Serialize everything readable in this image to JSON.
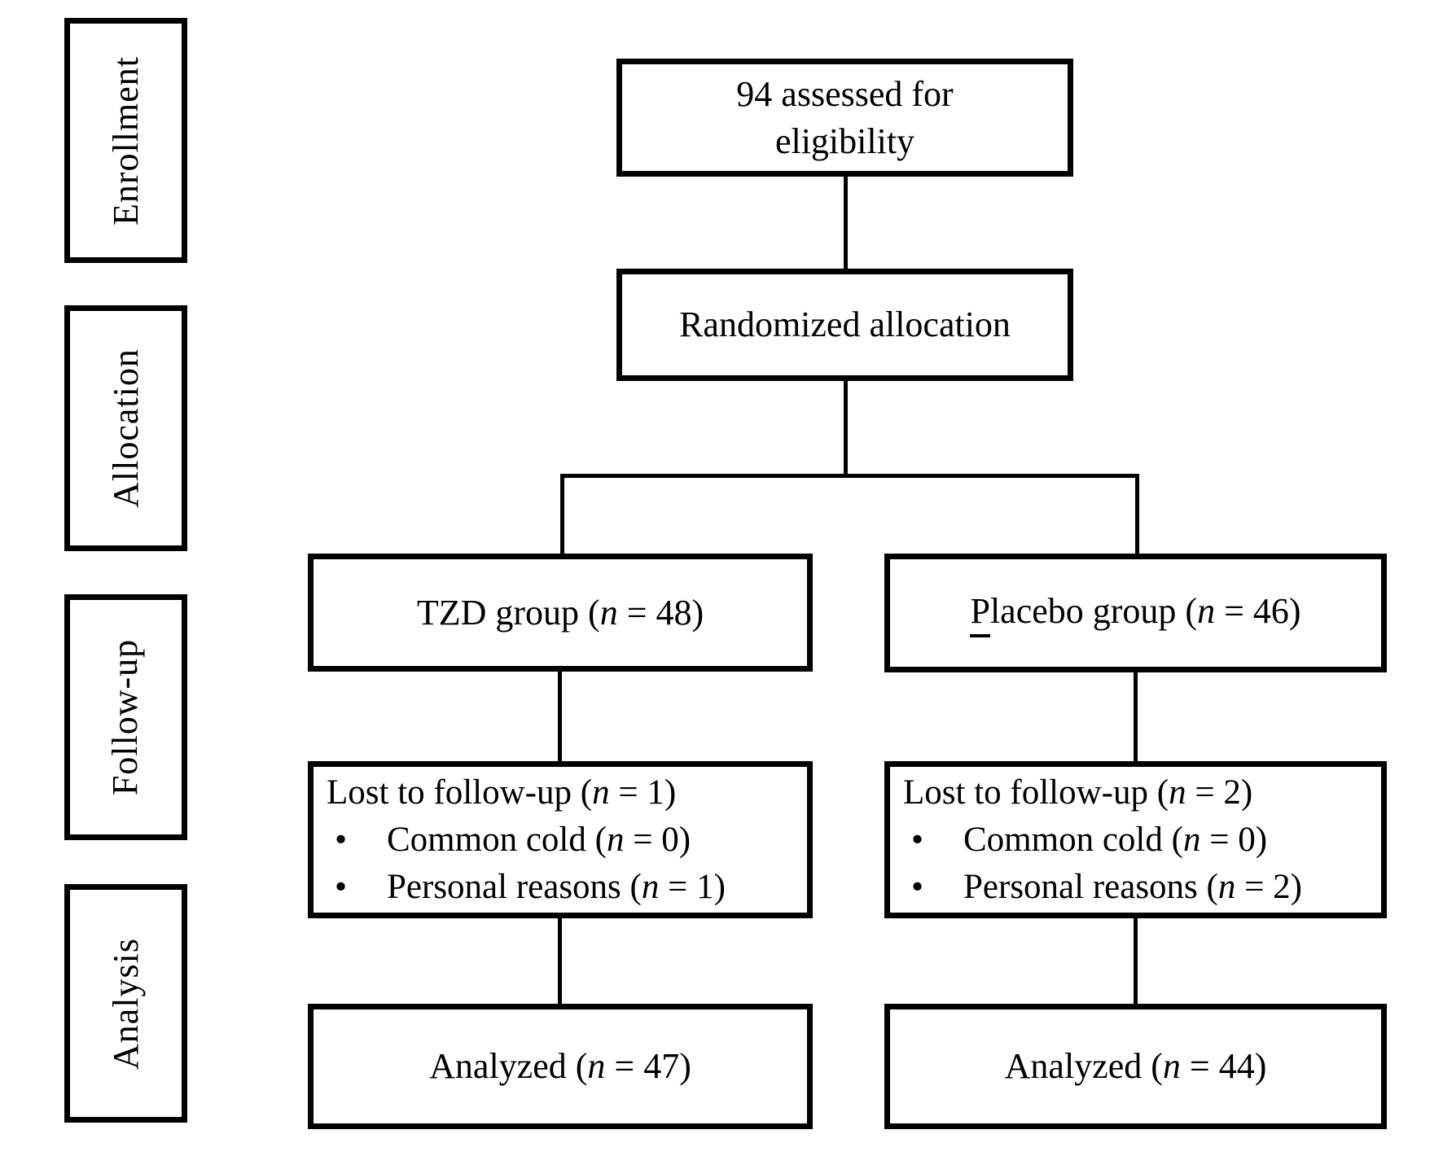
{
  "colors": {
    "background": "#ffffff",
    "line": "#000000",
    "text": "#000000"
  },
  "sidebar": {
    "stages": [
      {
        "label": "Enrollment"
      },
      {
        "label": "Allocation"
      },
      {
        "label": "Follow-up"
      },
      {
        "label": "Analysis"
      }
    ]
  },
  "flow": {
    "bullet_glyph": "•",
    "assessed": {
      "line1": "94 assessed for",
      "line2": "eligibility"
    },
    "randomized": {
      "label": "Randomized allocation"
    },
    "tzd_group": {
      "prefix": "TZD group (",
      "n": "n",
      "suffix": " = 48)"
    },
    "placebo_group": {
      "p_underlined": "P",
      "rest": "lacebo group (",
      "n": "n",
      "suffix": " = 46)"
    },
    "lost_tzd": {
      "title": {
        "prefix": "Lost to follow-up (",
        "n": "n",
        "suffix": " = 1)"
      },
      "bullets": [
        {
          "prefix": "Common cold (",
          "n": "n",
          "suffix": " = 0)"
        },
        {
          "prefix": "Personal reasons (",
          "n": "n",
          "suffix": " = 1)"
        }
      ]
    },
    "lost_placebo": {
      "title": {
        "prefix": "Lost to follow-up (",
        "n": "n",
        "suffix": " = 2)"
      },
      "bullets": [
        {
          "prefix": "Common cold (",
          "n": "n",
          "suffix": " = 0)"
        },
        {
          "prefix": "Personal reasons (",
          "n": "n",
          "suffix": " = 2)"
        }
      ]
    },
    "analyzed_tzd": {
      "prefix": "Analyzed (",
      "n": "n",
      "suffix": " = 47)"
    },
    "analyzed_placebo": {
      "prefix": "Analyzed (",
      "n": "n",
      "suffix": " = 44)"
    }
  }
}
